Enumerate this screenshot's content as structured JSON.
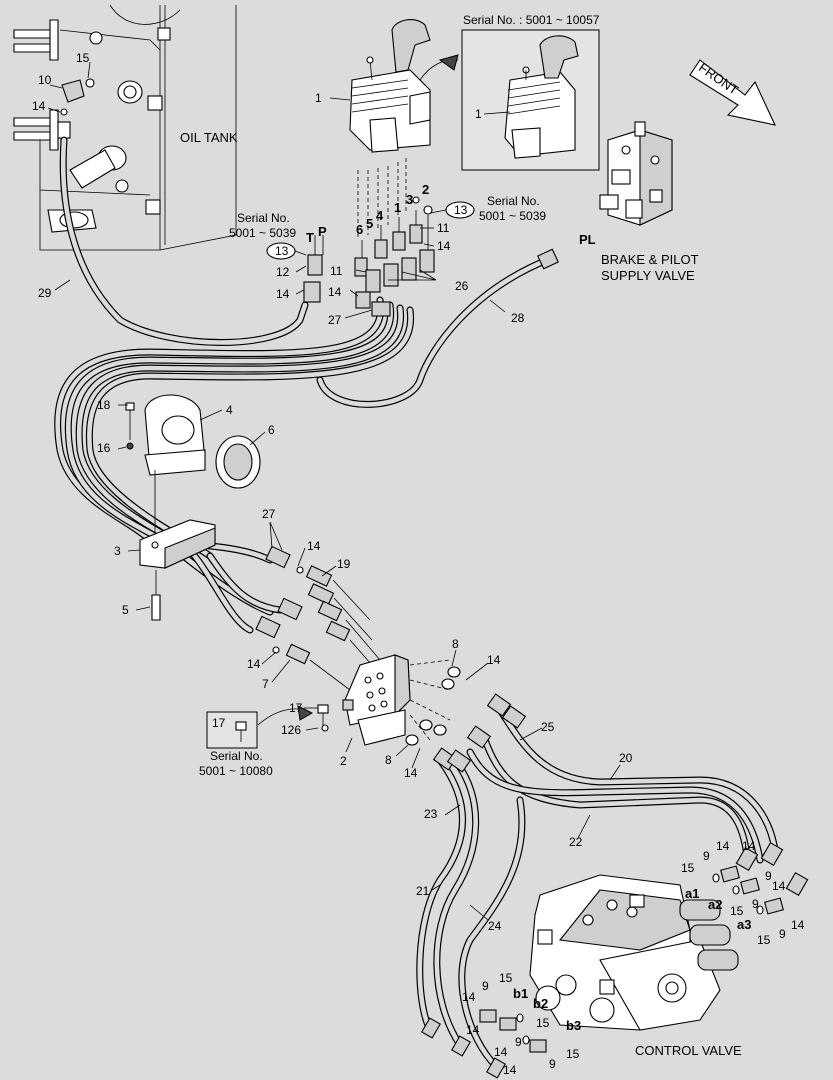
{
  "labels": {
    "oil_tank": "OIL TANK",
    "front": "FRONT",
    "brake_pilot_line1": "BRAKE & PILOT",
    "brake_pilot_line2": "SUPPLY VALVE",
    "control_valve": "CONTROL VALVE",
    "pl": "PL",
    "serial_top": "Serial No. : 5001 ~ 10057",
    "serial_left_1": "Serial No.",
    "serial_left_2": "5001 ~ 5039",
    "serial_right_1": "Serial No.",
    "serial_right_2": "5001 ~ 5039",
    "serial_box_1": "Serial No.",
    "serial_box_2": "5001 ~ 10080",
    "port_t": "T",
    "port_p": "P",
    "port_a1": "a1",
    "port_a2": "a2",
    "port_a3": "a3",
    "port_b1": "b1",
    "port_b2": "b2",
    "port_b3": "b3",
    "num_1": "1",
    "num_2": "2",
    "num_3": "3",
    "num_4": "4",
    "num_5": "5",
    "num_6": "6",
    "num_7": "7",
    "num_8": "8",
    "num_9": "9",
    "num_10": "10",
    "num_11": "11",
    "num_12": "12",
    "num_13": "13",
    "num_14": "14",
    "num_15": "15",
    "num_16": "16",
    "num_17": "17",
    "num_18": "18",
    "num_19": "19",
    "num_20": "20",
    "num_21": "21",
    "num_22": "22",
    "num_23": "23",
    "num_24": "24",
    "num_25": "25",
    "num_26": "26",
    "num_27": "27",
    "num_28": "28",
    "num_29": "29",
    "num_126": "126"
  }
}
